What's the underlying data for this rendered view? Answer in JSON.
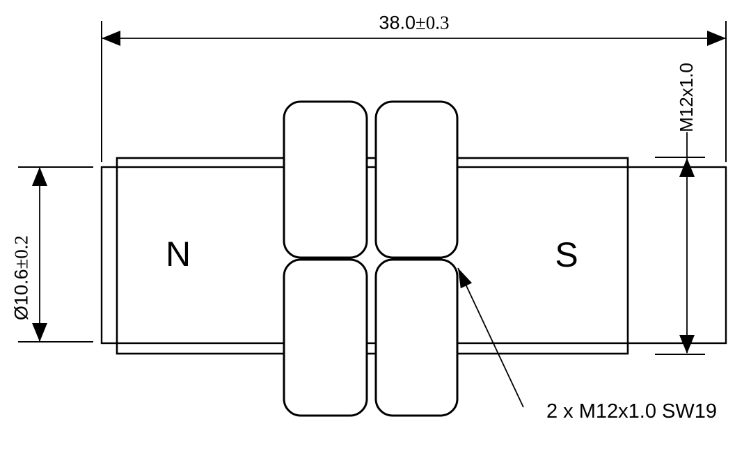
{
  "drawing": {
    "background_color": "#ffffff",
    "line_color": "#000000",
    "overall_length_dim": {
      "value": "38.0",
      "tolerance": "±0.3"
    },
    "diameter_dim": {
      "value": "Ø10.6",
      "tolerance": "±0.2"
    },
    "thread_dim": {
      "label": "M12x1.0"
    },
    "nut_callout": {
      "label": "2 x M12x1.0 SW19"
    },
    "pole_labels": {
      "north": "N",
      "south": "S"
    }
  }
}
